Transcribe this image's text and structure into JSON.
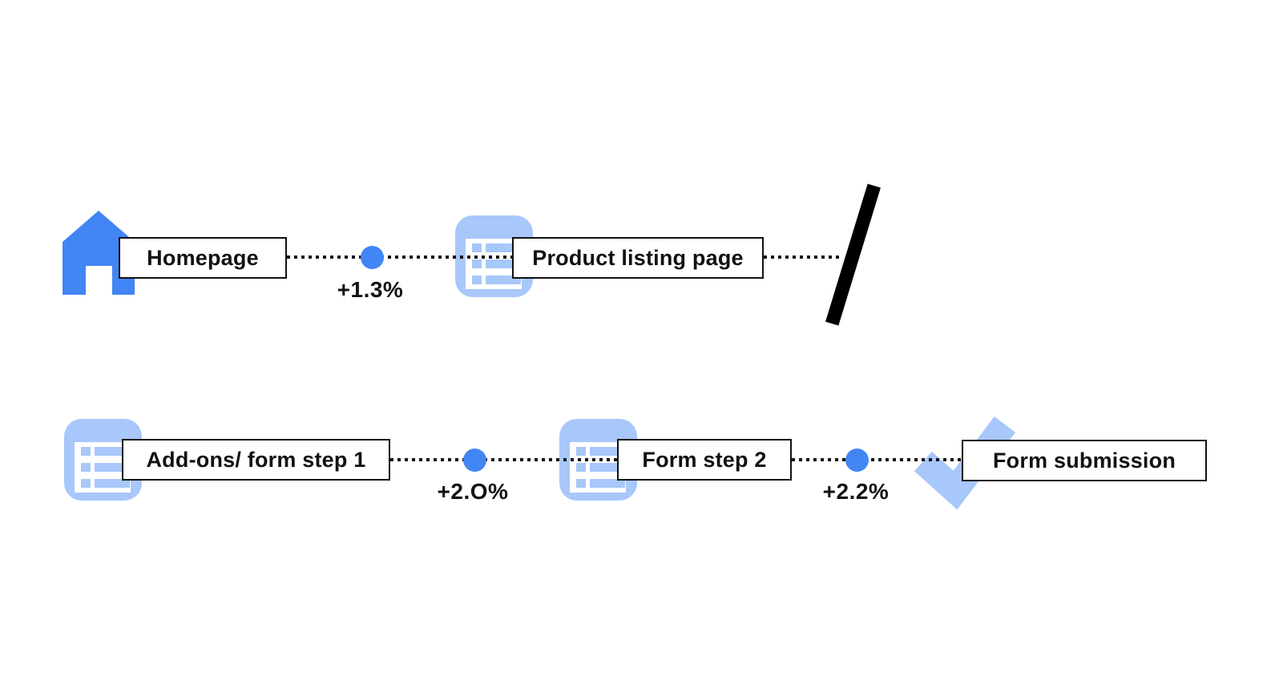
{
  "colors": {
    "primary_blue": "#4285f4",
    "light_blue": "#a8c7fa",
    "line_black": "#141414",
    "background": "#ffffff"
  },
  "row1": {
    "node_homepage": {
      "label": "Homepage",
      "icon": "home-icon"
    },
    "transition_1": {
      "delta": "+1.3%",
      "marker": "blue-dot"
    },
    "node_product_listing": {
      "label": "Product listing page",
      "icon": "list-icon"
    },
    "break_marker": {
      "icon": "slash-break-marker"
    }
  },
  "row2": {
    "node_addons": {
      "label": "Add-ons/ form step 1",
      "icon": "list-icon"
    },
    "transition_1": {
      "delta": "+2.O%",
      "marker": "blue-dot"
    },
    "node_form_step_2": {
      "label": "Form step 2",
      "icon": "list-icon"
    },
    "transition_2": {
      "delta": "+2.2%",
      "marker": "blue-dot"
    },
    "node_form_submission": {
      "label": "Form submission",
      "icon": "check-icon"
    }
  }
}
